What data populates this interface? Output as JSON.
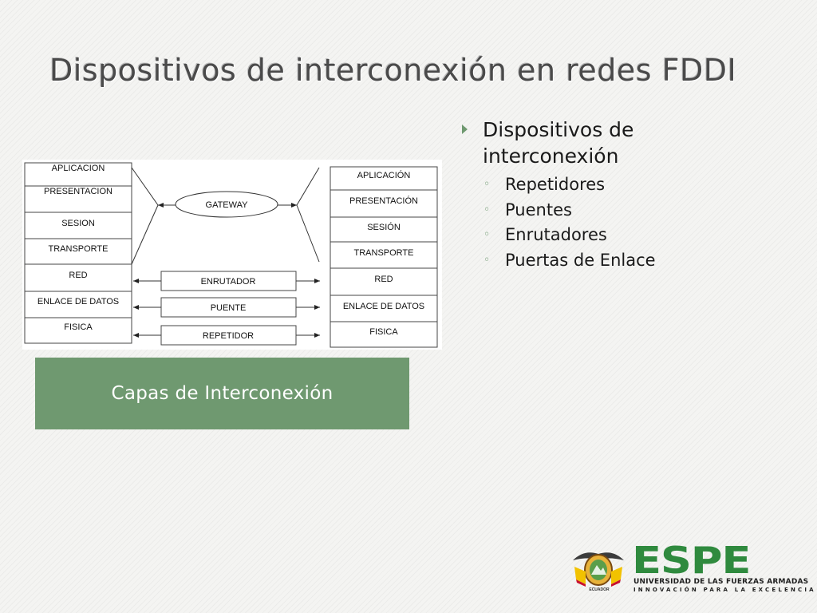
{
  "slide": {
    "title": "Dispositivos de interconexión en redes FDDI"
  },
  "diagram": {
    "left_stack": [
      "APLICACION",
      "PRESENTACION",
      "SESION",
      "TRANSPORTE",
      "RED",
      "ENLACE DE DATOS",
      "FISICA"
    ],
    "right_stack": [
      "APLICACIÓN",
      "PRESENTACIÓN",
      "SESIÓN",
      "TRANSPORTE",
      "RED",
      "ENLACE DE DATOS",
      "FISICA"
    ],
    "devices": {
      "gateway": "GATEWAY",
      "router": "ENRUTADOR",
      "bridge": "PUENTE",
      "repeater": "REPETIDOR"
    },
    "caption": "Capas de Interconexión"
  },
  "bullets": {
    "main_line1": "Dispositivos de",
    "main_line2": "interconexión",
    "items": [
      "Repetidores",
      "Puentes",
      "Enrutadores",
      "Puertas de Enlace"
    ]
  },
  "logo": {
    "wordmark": "ESPE",
    "line1": "UNIVERSIDAD DE LAS FUERZAS ARMADAS",
    "line2": "INNOVACIÓN PARA LA EXCELENCIA",
    "seal_text": "ECUADOR",
    "brand_color": "#2f8a3e"
  },
  "colors": {
    "accent": "#6f9970",
    "title": "#4a4a4a"
  }
}
